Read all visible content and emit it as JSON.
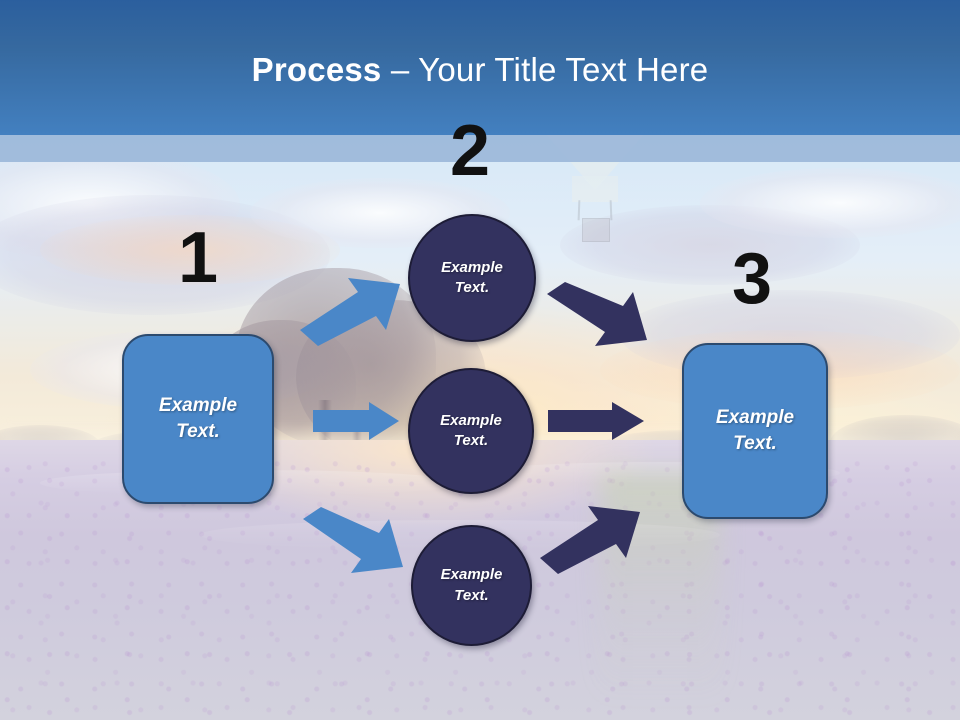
{
  "slide": {
    "title_bold": "Process",
    "title_rest": " – Your Title Text Here",
    "colors": {
      "header_blue": "#36699f",
      "header_band_light": "#99b5d8",
      "box_blue": "#4a87c8",
      "box_border": "#2c4a6e",
      "circle_navy": "#33325f",
      "circle_border": "#1d1c36",
      "arrow_light_blue": "#4a87c8",
      "arrow_dark_navy": "#33325f",
      "step_number": "#111111",
      "label_text": "#ffffff"
    }
  },
  "steps": [
    {
      "number": "1",
      "label": "Example\nText."
    },
    {
      "number": "2",
      "label": "Example\nText."
    },
    {
      "number": "3",
      "label": "Example\nText."
    }
  ],
  "shapes": {
    "left_box": {
      "line1": "Example",
      "line2": "Text."
    },
    "right_box": {
      "line1": "Example",
      "line2": "Text."
    },
    "circle_top": {
      "line1": "Example",
      "line2": "Text."
    },
    "circle_middle": {
      "line1": "Example",
      "line2": "Text."
    },
    "circle_bottom": {
      "line1": "Example",
      "line2": "Text."
    }
  },
  "arrows": [
    {
      "name": "arrow-left-to-top",
      "color": "#4a87c8",
      "direction": "up-right"
    },
    {
      "name": "arrow-left-to-middle",
      "color": "#4a87c8",
      "direction": "right"
    },
    {
      "name": "arrow-left-to-bottom",
      "color": "#4a87c8",
      "direction": "down-right"
    },
    {
      "name": "arrow-top-to-right",
      "color": "#33325f",
      "direction": "down-right"
    },
    {
      "name": "arrow-middle-to-right",
      "color": "#33325f",
      "direction": "right"
    },
    {
      "name": "arrow-bottom-to-right",
      "color": "#33325f",
      "direction": "up-right"
    }
  ]
}
